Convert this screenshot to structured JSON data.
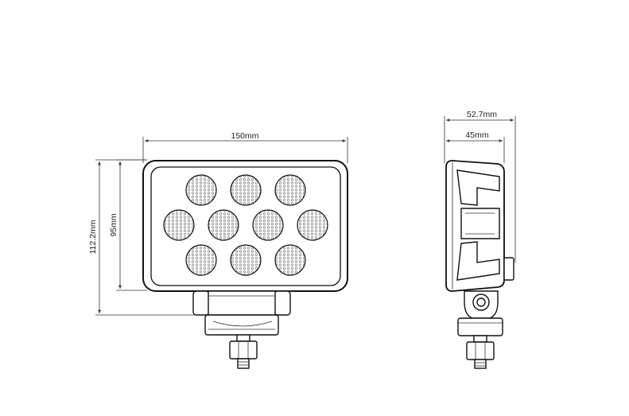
{
  "front_view": {
    "width_label": "150mm",
    "height_outer_label": "112.2mm",
    "height_inner_label": "95mm",
    "led_count": 10
  },
  "side_view": {
    "depth_outer_label": "52.7mm",
    "depth_inner_label": "45mm"
  }
}
